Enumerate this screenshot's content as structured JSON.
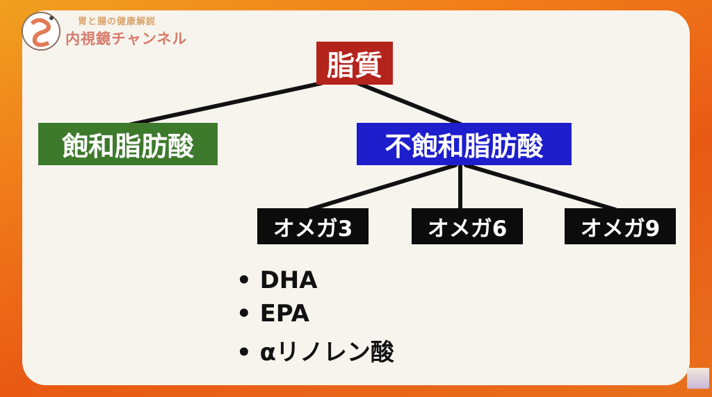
{
  "logo": {
    "subtitle": "胃と腸の健康解説",
    "title": "内視鏡チャンネル"
  },
  "diagram": {
    "root": "脂質",
    "saturated": "飽和脂肪酸",
    "unsaturated": "不飽和脂肪酸",
    "omegas": [
      "オメガ3",
      "オメガ6",
      "オメガ9"
    ],
    "omega3_examples": [
      "• DHA",
      "• EPA",
      "• αリノレン酸"
    ]
  },
  "colors": {
    "root": "#b4231c",
    "saturated": "#3d7a2c",
    "unsaturated": "#1e1ecc",
    "omega": "#0c0c0c"
  }
}
